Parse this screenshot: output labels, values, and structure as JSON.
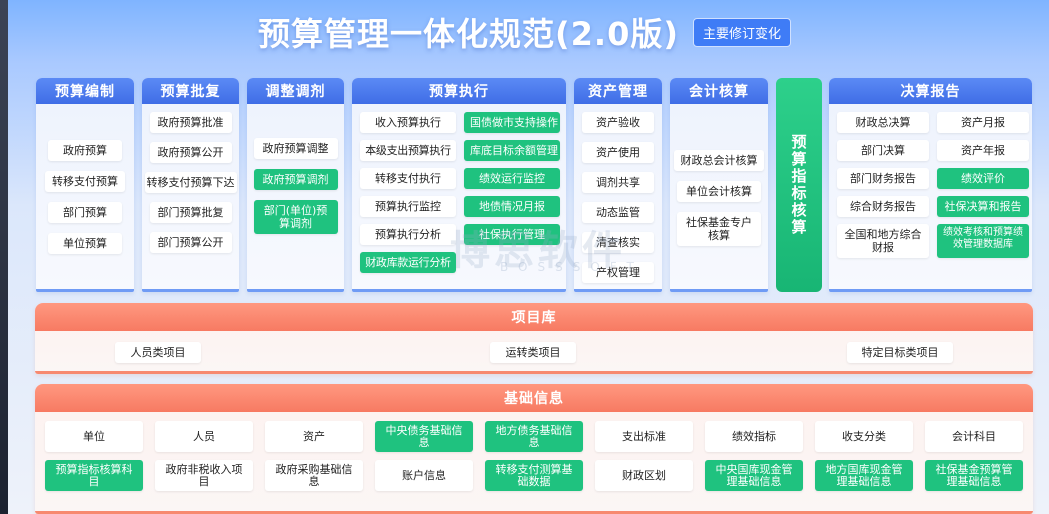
{
  "header": {
    "title": "预算管理一体化规范(2.0版)",
    "badge": "主要修订变化"
  },
  "columns": {
    "bianzhi": {
      "title": "预算编制",
      "items": [
        "政府预算",
        "转移支付预算",
        "部门预算",
        "单位预算"
      ]
    },
    "pifu": {
      "title": "预算批复",
      "items": [
        "政府预算批准",
        "政府预算公开",
        "转移支付预算下达",
        "部门预算批复",
        "部门预算公开"
      ]
    },
    "tiaozheng": {
      "title": "调整调剂",
      "items": [
        "政府预算调整",
        "政府预算调剂",
        "部门(单位)预算调剂"
      ]
    },
    "zhixing": {
      "title": "预算执行",
      "left": [
        "收入预算执行",
        "本级支出预算执行",
        "转移支付执行",
        "预算执行监控",
        "预算执行分析",
        "财政库款运行分析"
      ],
      "right": [
        "国债做市支持操作",
        "库底目标余额管理",
        "绩效运行监控",
        "地债情况月报",
        "社保执行管理"
      ]
    },
    "zichan": {
      "title": "资产管理",
      "items": [
        "资产验收",
        "资产使用",
        "调剂共享",
        "动态监管",
        "清查核实",
        "产权管理"
      ]
    },
    "kuaiji": {
      "title": "会计核算",
      "items": [
        "财政总会计核算",
        "单位会计核算",
        "社保基金专户核算"
      ]
    },
    "hesuan": {
      "title": "预算指标核算"
    },
    "baogao": {
      "title": "决算报告",
      "left": [
        "财政总决算",
        "部门决算",
        "部门财务报告",
        "综合财务报告",
        "全国和地方综合财报"
      ],
      "right": [
        "资产月报",
        "资产年报",
        "绩效评价",
        "社保决算和报告",
        "绩效考核和预算绩效管理数据库"
      ]
    }
  },
  "xiangmuku": {
    "title": "项目库",
    "items": [
      "人员类项目",
      "运转类项目",
      "特定目标类项目"
    ]
  },
  "jichu": {
    "title": "基础信息",
    "items": [
      "单位",
      "人员",
      "资产",
      "中央债务基础信息",
      "地方债务基础信息",
      "支出标准",
      "绩效指标",
      "收支分类",
      "会计科目",
      "预算指标核算科目",
      "政府非税收入项目",
      "政府采购基础信息",
      "账户信息",
      "转移支付测算基础数据",
      "财政区划",
      "中央国库现金管理基础信息",
      "地方国库现金管理基础信息",
      "社保基金预算管理基础信息"
    ]
  },
  "watermark": {
    "main": "博思软件",
    "sub": "BOSSSOFT"
  },
  "colors": {
    "blue": "#4a7cf0",
    "green": "#1fc27f",
    "red": "#f77a62"
  }
}
